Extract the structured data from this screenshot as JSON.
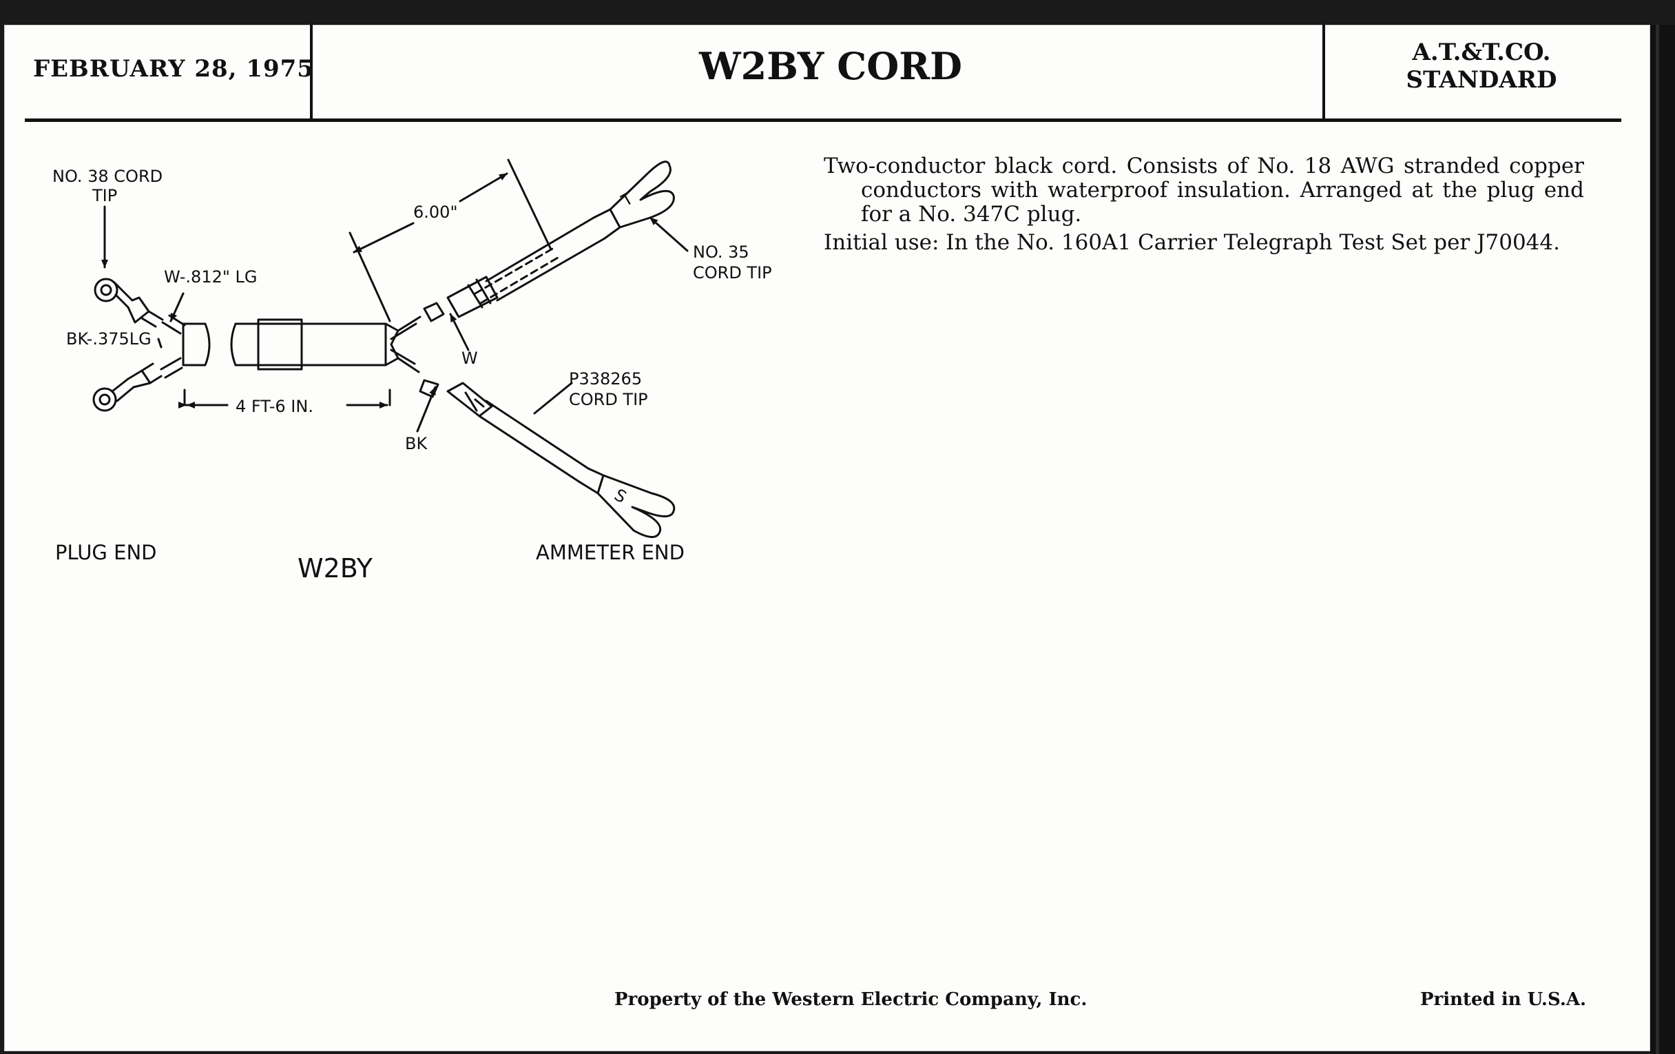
{
  "header": {
    "date": "FEBRUARY 28, 1975",
    "title": "W2BY CORD",
    "standard_line1": "A.T.&T.CO.",
    "standard_line2": "STANDARD"
  },
  "description": {
    "para1": "Two-conductor black cord. Consists of No. 18 AWG stranded copper conductors with waterproof insulation. Arranged at the plug end for a No. 347C plug.",
    "para2": "Initial use: In the No. 160A1 Carrier Telegraph Test Set per J70044."
  },
  "diagram": {
    "no38_line1": "NO. 38 CORD",
    "no38_line2": "TIP",
    "w_length": "W-.812\" LG",
    "bk_length": "BK-.375LG",
    "cord_length": "4 FT-6 IN.",
    "breakout_length": "6.00\"",
    "no35_line1": "NO. 35",
    "no35_line2": "CORD TIP",
    "w_label": "W",
    "bk_label": "BK",
    "p338_line1": "P338265",
    "p338_line2": "CORD TIP",
    "t_marker": "T",
    "s_marker": "S",
    "plug_end": "PLUG END",
    "cord_name": "W2BY",
    "ammeter_end": "AMMETER END"
  },
  "footer": {
    "property": "Property of the Western Electric Company, Inc.",
    "printed": "Printed in U.S.A."
  }
}
